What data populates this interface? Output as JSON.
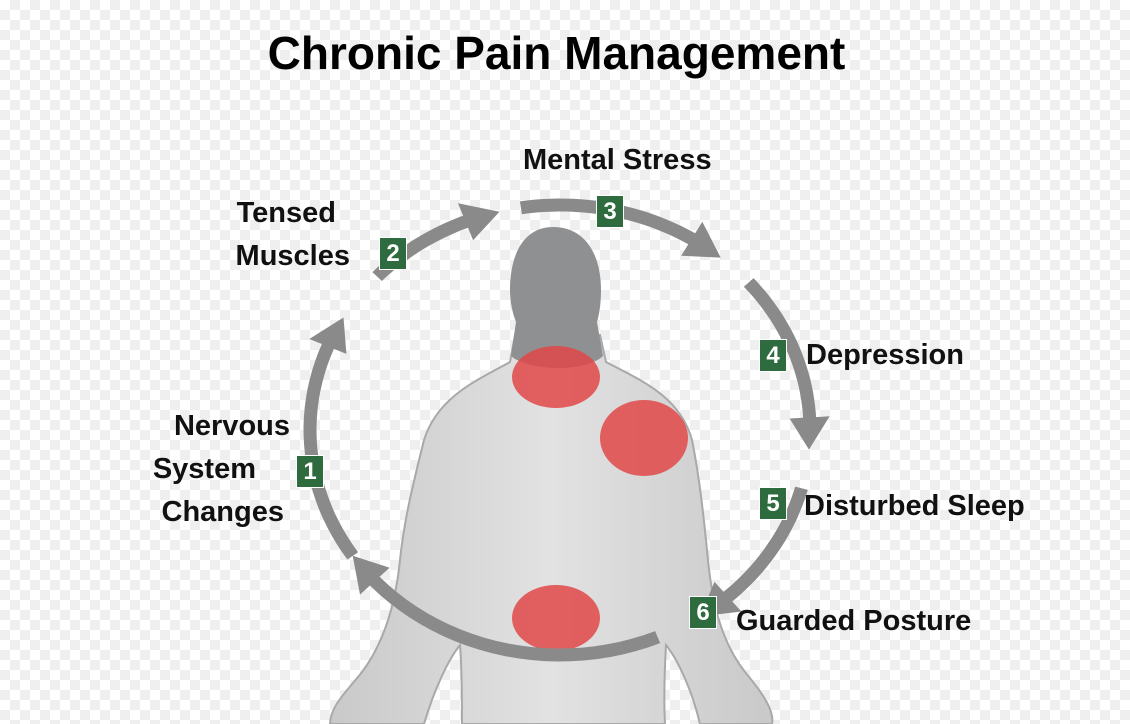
{
  "title": "Chronic Pain Management",
  "colors": {
    "step_badge": "#2e6b3e",
    "arrow": "#8a8a8a",
    "pain_spot": "#e14848",
    "body_fill": "#d9d9da",
    "head_fill": "#8f9092"
  },
  "icons": [
    "human-back-silhouette",
    "cycle-arrow",
    "pain-spot"
  ],
  "steps": [
    {
      "number": "1",
      "label": "Nervous System Changes"
    },
    {
      "number": "2",
      "label": "Tensed Muscles"
    },
    {
      "number": "3",
      "label": "Mental Stress"
    },
    {
      "number": "4",
      "label": "Depression"
    },
    {
      "number": "5",
      "label": "Disturbed Sleep"
    },
    {
      "number": "6",
      "label": "Guarded Posture"
    }
  ]
}
